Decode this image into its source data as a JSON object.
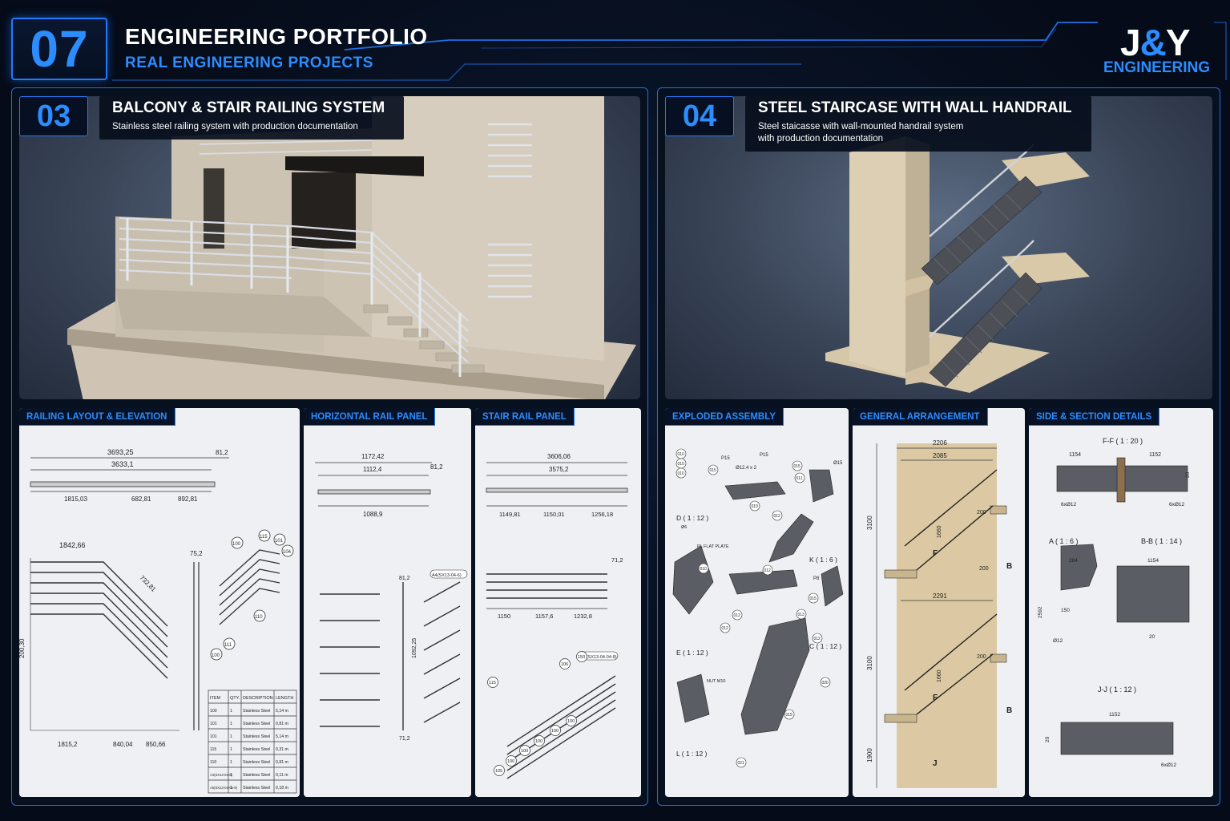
{
  "header": {
    "number": "07",
    "title": "ENGINEERING PORTFOLIO",
    "subtitle": "REAL ENGINEERING PROJECTS",
    "logo_text_left": "J",
    "logo_text_amp": "&",
    "logo_text_right": "Y",
    "logo_sub": "ENGINEERING"
  },
  "colors": {
    "accent": "#2c8dff",
    "panel_border": "#1f6fe0",
    "background": "#050b18"
  },
  "project_left": {
    "number": "03",
    "title": "BALCONY & STAIR RAILING SYSTEM",
    "description": "Stainless steel railing system with production documentation",
    "drawings": [
      {
        "label": "RAILING LAYOUT & ELEVATION"
      },
      {
        "label": "HORIZONTAL RAIL PANEL"
      },
      {
        "label": "STAIR RAIL PANEL"
      }
    ]
  },
  "project_right": {
    "number": "04",
    "title": "STEEL STAIRCASE WITH WALL HANDRAIL",
    "description_line1": "Steel staicasse with wall-mounted handrail system",
    "description_line2": "with production documentation",
    "drawings": [
      {
        "label": "EXPLODED ASSEMBLY"
      },
      {
        "label": "GENERAL ARRANGEMENT"
      },
      {
        "label": "SIDE & SECTION DETAILS"
      }
    ]
  },
  "dims": {
    "layout": {
      "d1": "3693,25",
      "d2": "3633,1",
      "d3": "81,2",
      "d4": "1815,03",
      "d5": "682,81",
      "d6": "892,81",
      "d7": "1842,66",
      "d8": "1815,2",
      "d9": "840,04",
      "d10": "850,66",
      "d11": "75,2",
      "d12": "200,30",
      "d13": "732,81"
    },
    "layout_table": {
      "headers": [
        "ITEM",
        "QTY.",
        "DESCRIPTION",
        "LENGTH"
      ],
      "rows": [
        [
          "100",
          "1",
          "Stainless Steel",
          "5,14 m"
        ],
        [
          "101",
          "1",
          "Stainless Steel",
          "0,81 m"
        ],
        [
          "101",
          "1",
          "Stainless Steel",
          "5,14 m"
        ],
        [
          "115",
          "1",
          "Stainless Steel",
          "0,31 m"
        ],
        [
          "110",
          "1",
          "Stainless Steel",
          "0,81 m"
        ],
        [
          "A4(SX13-04-6)",
          "1",
          "Stainless Steel",
          "0,11 m"
        ],
        [
          "A5(SX13-04-04-8)",
          "1",
          "Stainless Steel",
          "0,18 m"
        ]
      ],
      "balloons": [
        "100",
        "115",
        "101",
        "104",
        "110",
        "111",
        "100"
      ]
    },
    "hpanel": {
      "d1": "1172,42",
      "d2": "1112,4",
      "d3": "81,2",
      "d4": "1088,9",
      "d5": "81,2",
      "d6": "71,2",
      "d7": "1092,25",
      "tag": "A4(SX13-04-6)"
    },
    "spanel": {
      "d1": "3606,06",
      "d2": "3575,2",
      "d3": "1149,81",
      "d4": "1150,01",
      "d5": "1256,18",
      "d6": "71,2",
      "d7": "1150",
      "d8": "1157,6",
      "d9": "1232,8",
      "tag": "A5(SX13-04-04-8)",
      "balloons": [
        "115",
        "106",
        "150",
        "100",
        "100",
        "100",
        "100",
        "100",
        "105"
      ]
    },
    "exploded": {
      "d": "D ( 1 : 12 )",
      "e": "E ( 1 : 12 )",
      "l": "L ( 1 : 12 )",
      "k": "K ( 1 : 6 )",
      "c": "C ( 1 : 12 )",
      "p15": "P15",
      "p15b": "P15",
      "d12": "Ø12.4 x 2",
      "d15": "Ø15",
      "p8": "P8",
      "label_flat": "PL FLAT PLATE",
      "label_bolt": "Ø6",
      "label_nut": "NUT M10",
      "balloons": [
        "010",
        "010",
        "010",
        "015",
        "015",
        "011",
        "010",
        "012",
        "012",
        "010",
        "012",
        "012",
        "013",
        "015",
        "012",
        "020",
        "021",
        "015"
      ]
    },
    "ga": {
      "d1": "2206",
      "d2": "2085",
      "d3": "3100",
      "d4": "3100",
      "d5": "1900",
      "d6": "2291",
      "d7": "200",
      "d8": "200",
      "d9": "200",
      "d10": "1660",
      "d11": "1660",
      "F": "F",
      "B": "B",
      "J": "J"
    },
    "details": {
      "ff": "F-F ( 1 : 20 )",
      "a": "A ( 1 : 6 )",
      "bb": "B-B ( 1 : 14 )",
      "jj": "J-J ( 1 : 12 )",
      "d1": "1154",
      "d2": "1152",
      "d3": "6xØ12",
      "d4": "6xØ12",
      "d5": "284",
      "d6": "150",
      "d7": "Ø12",
      "d8": "1154",
      "d9": "20",
      "d10": "1152",
      "d11": "6xØ12",
      "d12": "2592",
      "d13": "20",
      "d14": "20"
    }
  }
}
